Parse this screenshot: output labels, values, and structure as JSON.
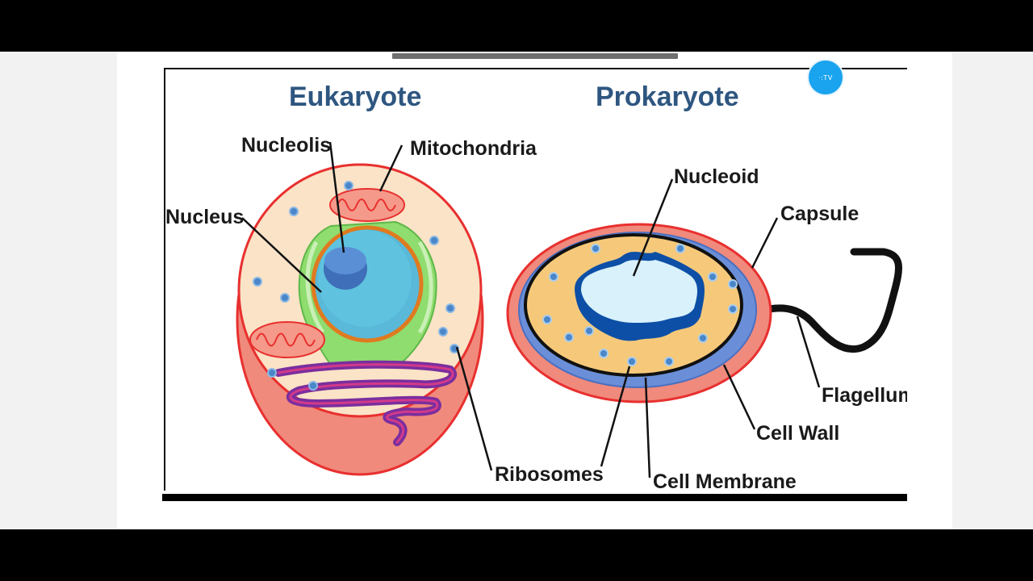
{
  "diagram": {
    "left_title": "Eukaryote",
    "right_title": "Prokaryote",
    "eukaryote_labels": {
      "nucleolis": "Nucleolis",
      "mitochondria": "Mitochondria",
      "nucleus": "Nucleus",
      "ribosomes": "Ribosomes"
    },
    "prokaryote_labels": {
      "nucleoid": "Nucleoid",
      "capsule": "Capsule",
      "flagellum": "Flagellum",
      "cell_wall": "Cell Wall",
      "cell_membrane": "Cell Membrane"
    }
  },
  "overlay": {
    "badge_text": "·:TV"
  },
  "colors": {
    "title": "#2e5680",
    "outer_membrane": "#e8302f",
    "cytoplasm": "#fbe3c7",
    "nucleus_fill": "#5ab8d8",
    "nucleolus_fill": "#3f6fb8",
    "er_green": "#8fdc6f",
    "golgi_purple": "#7a2e9e",
    "prok_cytoplasm": "#f6c97a",
    "prok_wall": "#6a8fd8",
    "nucleoid_dark": "#0d4fa6"
  }
}
